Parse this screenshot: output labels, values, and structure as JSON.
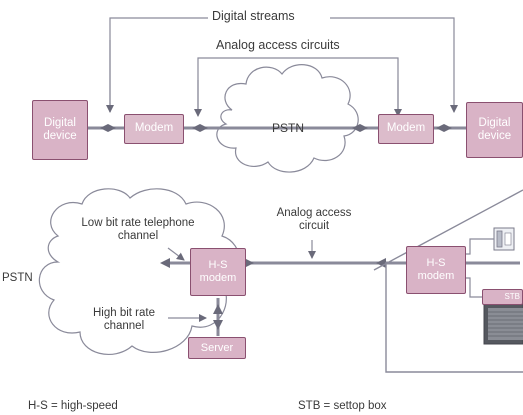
{
  "top": {
    "digital_streams_label": "Digital streams",
    "analog_access_label": "Analog access circuits",
    "digital_device_left": "Digital device",
    "modem_left": "Modem",
    "pstn_label": "PSTN",
    "modem_right": "Modem",
    "digital_device_right": "Digital device"
  },
  "bottom": {
    "low_bit_rate_label": "Low bit rate telephone channel",
    "pstn_label": "PSTN",
    "hs_modem_left": "H-S modem",
    "high_bit_rate_label": "High bit rate channel",
    "server_label": "Server",
    "analog_access_label": "Analog access circuit",
    "hs_modem_right": "H-S modem",
    "stb_label": "STB"
  },
  "legend": {
    "hs_def": "H-S = high-speed",
    "stb_def": "STB = settop box"
  },
  "colors": {
    "box_fill": "#d9b3c6",
    "box_border": "#8a5070",
    "line": "#8a8a9a",
    "arrow": "#6a6a7a"
  }
}
